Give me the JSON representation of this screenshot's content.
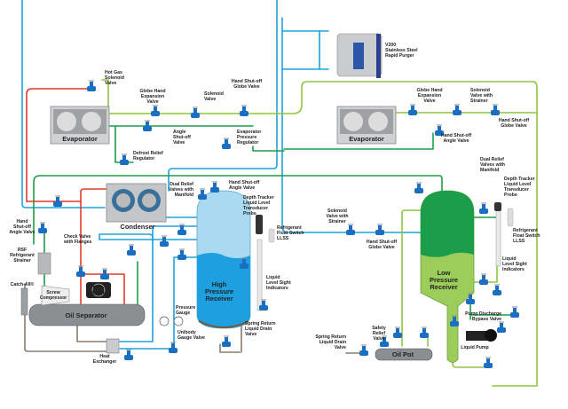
{
  "colors": {
    "refrigerant_liquid_blue": "#1ea3dc",
    "suction_light_green": "#8dc63f",
    "wet_suction_dark_green": "#1a9e4a",
    "hot_gas_red": "#e03a2e",
    "oil_brown": "#8c7b6b",
    "valve_blue": "#1b6fc2",
    "equipment_grey": "#8a8f94"
  },
  "components": {
    "purger": {
      "lines": [
        "V200",
        "Stainless Steel",
        "Rapid Purger"
      ]
    },
    "hot_gas_solenoid": {
      "lines": [
        "Hot Gas",
        "Solenoid",
        "Valve"
      ]
    },
    "globe_exp_left": {
      "lines": [
        "Globe Hand",
        "Expansion",
        "Valve"
      ]
    },
    "solenoid_left": {
      "lines": [
        "Solenoid",
        "Valve"
      ]
    },
    "hand_globe_left": {
      "lines": [
        "Hand Shut-off",
        "Globe Valve"
      ]
    },
    "evaporator_left": {
      "lines": [
        "Evaporator"
      ]
    },
    "angle_shutoff_left": {
      "lines": [
        "Angle",
        "Shut-off",
        "Valve"
      ]
    },
    "evap_pressure_reg": {
      "lines": [
        "Evaporator",
        "Pressure",
        "Regulator"
      ]
    },
    "defrost_relief": {
      "lines": [
        "Defrost Relief",
        "Regulator"
      ]
    },
    "globe_exp_right": {
      "lines": [
        "Globe Hand",
        "Expansion",
        "Valve"
      ]
    },
    "solenoid_strainer_right": {
      "lines": [
        "Solenoid",
        "Valve with",
        "Strainer"
      ]
    },
    "hand_globe_right": {
      "lines": [
        "Hand Shut-off",
        "Globe Valve"
      ]
    },
    "evaporator_right": {
      "lines": [
        "Evaporator"
      ]
    },
    "hand_angle_right": {
      "lines": [
        "Hand Shut-off",
        "Angle Valve"
      ]
    },
    "dual_relief_right": {
      "lines": [
        "Dual Relief",
        "Valves with",
        "Manifold"
      ]
    },
    "depth_tracker_right": {
      "lines": [
        "Depth Tracker",
        "Liquid Level",
        "Transducer",
        "Probe"
      ]
    },
    "float_switch_right": {
      "lines": [
        "Refrigerant",
        "Float Switch",
        "LLSS"
      ]
    },
    "sight_right": {
      "lines": [
        "Liquid",
        "Level Sight",
        "Indicators"
      ]
    },
    "pump_bypass": {
      "lines": [
        "Pump Discharge",
        "Bypass Valve"
      ]
    },
    "liquid_pump": {
      "lines": [
        "Liquid Pump"
      ]
    },
    "lp_receiver": {
      "lines": [
        "Low",
        "Pressure",
        "Receiver"
      ]
    },
    "oil_pot": {
      "lines": [
        "Oil Pot"
      ]
    },
    "safety_relief": {
      "lines": [
        "Safety",
        "Relief",
        "Valve"
      ]
    },
    "drain_right": {
      "lines": [
        "Spring Return",
        "Liquid Drain",
        "Valve"
      ]
    },
    "solenoid_strainer_mid": {
      "lines": [
        "Solenoid",
        "Valve with",
        "Strainer"
      ]
    },
    "hand_globe_mid": {
      "lines": [
        "Hand Shut-off",
        "Globe Valve"
      ]
    },
    "dual_relief_mid": {
      "lines": [
        "Dual Relief",
        "Valves with",
        "Manifold"
      ]
    },
    "hand_angle_top": {
      "lines": [
        "Hand Shut-off",
        "Angle Valve"
      ]
    },
    "depth_tracker_left": {
      "lines": [
        "Depth Tracker",
        "Liquid Level",
        "Transducer",
        "Probe"
      ]
    },
    "condenser": {
      "lines": [
        "Condenser"
      ]
    },
    "hp_receiver": {
      "lines": [
        "High",
        "Pressure",
        "Receiver"
      ]
    },
    "float_switch_left": {
      "lines": [
        "Refrigerant",
        "Float Switch",
        "LLSS"
      ]
    },
    "sight_left": {
      "lines": [
        "Liquid",
        "Level Sight",
        "Indicators"
      ]
    },
    "drain_left": {
      "lines": [
        "Spring Return",
        "Liquid Drain",
        "Valve"
      ]
    },
    "pressure_gauge": {
      "lines": [
        "Pressure",
        "Gauge"
      ]
    },
    "unibody_gauge": {
      "lines": [
        "Unibody",
        "Gauge Valve"
      ]
    },
    "heat_exchanger": {
      "lines": [
        "Heat",
        "Exchanger"
      ]
    },
    "oil_separator": {
      "lines": [
        "Oil Separator"
      ]
    },
    "drive_motor": {
      "lines": [
        "Drive",
        "Motor"
      ]
    },
    "screw_compressor": {
      "lines": [
        "Screw",
        "Compressor"
      ]
    },
    "catch_all": {
      "lines": [
        "Catch-All®"
      ]
    },
    "rsf_strainer": {
      "lines": [
        "RSF",
        "Refrigerant",
        "Strainer"
      ]
    },
    "check_valve": {
      "lines": [
        "Check Valve",
        "with Flanges"
      ]
    },
    "hand_angle_left": {
      "lines": [
        "Hand",
        "Shut-off",
        "Angle Valve"
      ]
    }
  }
}
